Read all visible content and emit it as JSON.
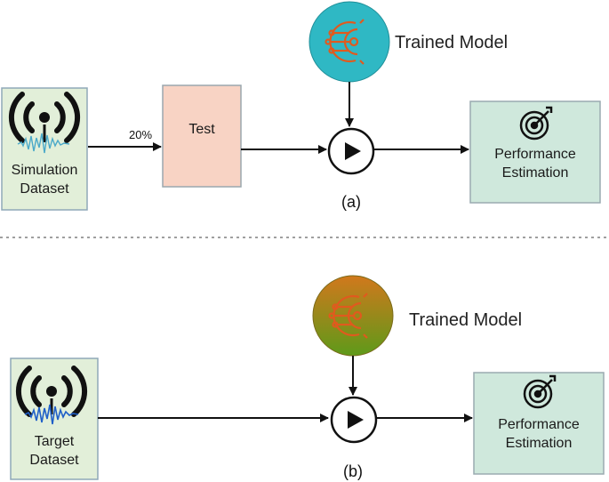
{
  "panel_a": {
    "dataset_line1": "Simulation",
    "dataset_line2": "Dataset",
    "split_label": "20%",
    "test_label": "Test",
    "model_label": "Trained Model",
    "output_line1": "Performance",
    "output_line2": "Estimation",
    "caption": "(a)"
  },
  "panel_b": {
    "dataset_line1": "Target",
    "dataset_line2": "Dataset",
    "model_label": "Trained Model",
    "output_line1": "Performance",
    "output_line2": "Estimation",
    "caption": "(b)"
  },
  "colors": {
    "dataset_box": "#e2efd9",
    "dataset_border": "#8fa8b8",
    "test_box": "#f8d3c4",
    "output_box": "#cfe8dc",
    "model_a": "#2fb8c4",
    "model_b_top": "#d1781c",
    "model_b_bottom": "#5e9a1a",
    "model_icon": "#e05a1e",
    "wave_a": "#4aa9c9",
    "wave_b": "#1f5fc8"
  }
}
